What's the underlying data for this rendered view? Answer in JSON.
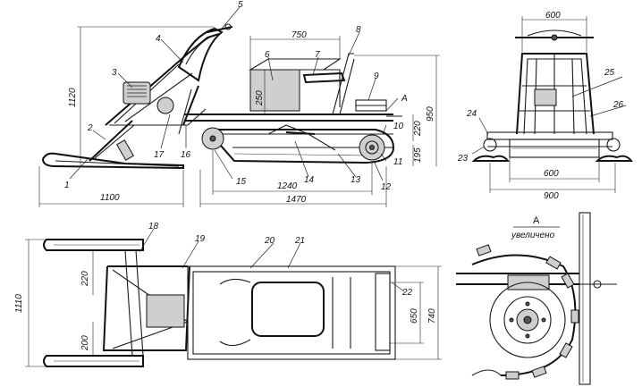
{
  "callouts": {
    "c1": "1",
    "c2": "2",
    "c3": "3",
    "c4": "4",
    "c5": "5",
    "c6": "6",
    "c7": "7",
    "c8": "8",
    "c9": "9",
    "c10": "10",
    "c11": "11",
    "c12": "12",
    "c13": "13",
    "c14": "14",
    "c15": "15",
    "c16": "16",
    "c17": "17",
    "c18": "18",
    "c19": "19",
    "c20": "20",
    "c21": "21",
    "c22": "22",
    "c23": "23",
    "c24": "24",
    "c25": "25",
    "c26": "26",
    "cA": "A"
  },
  "dimensions": {
    "d1120": "1120",
    "d750": "750",
    "d250": "250",
    "d950": "950",
    "d220": "220",
    "d195": "195",
    "d1100": "1100",
    "d1240": "1240",
    "d1470": "1470",
    "d600top": "600",
    "d600bot": "600",
    "d900": "900",
    "d1110": "1110",
    "d220b": "220",
    "d200": "200",
    "d650": "650",
    "d740": "740"
  },
  "detail": {
    "letter": "A",
    "caption": "увеличено"
  }
}
